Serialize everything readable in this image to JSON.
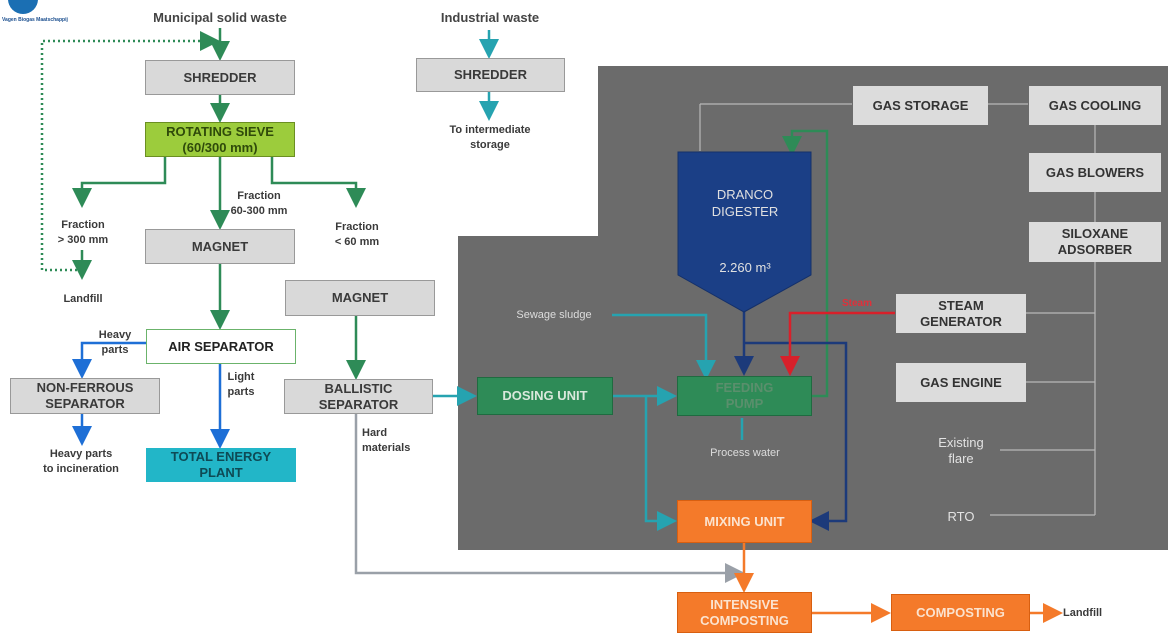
{
  "logo": {
    "text": "Vagen Biogas Maatschappij"
  },
  "sources": {
    "msw": "Municipal solid waste",
    "industrial": "Industrial waste"
  },
  "boxes": {
    "shredder_msw": "SHREDDER",
    "rotating_sieve": "ROTATING SIEVE\n(60/300 mm)",
    "magnet_1": "MAGNET",
    "magnet_2": "MAGNET",
    "air_separator": "AIR SEPARATOR",
    "non_ferrous_separator": "NON-FERROUS\nSEPARATOR",
    "total_energy_plant": "TOTAL ENERGY\nPLANT",
    "ballistic_separator": "BALLISTIC\nSEPARATOR",
    "shredder_industrial": "SHREDDER",
    "dosing_unit": "DOSING UNIT",
    "feeding_pump": "FEEDING\nPUMP",
    "mixing_unit": "MIXING UNIT",
    "intensive_composting": "INTENSIVE\nCOMPOSTING",
    "composting": "COMPOSTING",
    "gas_storage": "GAS STORAGE",
    "gas_cooling": "GAS COOLING",
    "gas_blowers": "GAS BLOWERS",
    "siloxane_adsorber": "SILOXANE\nADSORBER",
    "steam_generator": "STEAM\nGENERATOR",
    "gas_engine": "GAS ENGINE",
    "existing_flare": "Existing\nflare",
    "rto": "RTO"
  },
  "digester": {
    "name": "DRANCO\nDIGESTER",
    "volume": "2.260 m³"
  },
  "labels": {
    "fraction_gt300": "Fraction\n> 300 mm",
    "fraction_60_300": "Fraction\n60-300 mm",
    "fraction_lt60": "Fraction\n< 60 mm",
    "landfill_left": "Landfill",
    "heavy_parts": "Heavy\nparts",
    "light_parts": "Light\nparts",
    "heavy_to_incineration": "Heavy parts\nto incineration",
    "hard_materials": "Hard\nmaterials",
    "to_intermediate_storage": "To intermediate\nstorage",
    "sewage_sludge": "Sewage sludge",
    "steam": "Steam",
    "process_water": "Process water",
    "landfill_right": "Landfill"
  },
  "colors": {
    "process_zone": "#6b6b6b",
    "flow_green": "#2e8b57",
    "flow_blue": "#1e6fd6",
    "flow_navy": "#1c3a7a",
    "flow_teal": "#26a3b0",
    "flow_red": "#d8202a",
    "flow_grey": "#9aa0a8",
    "flow_orange": "#f47a2a"
  }
}
